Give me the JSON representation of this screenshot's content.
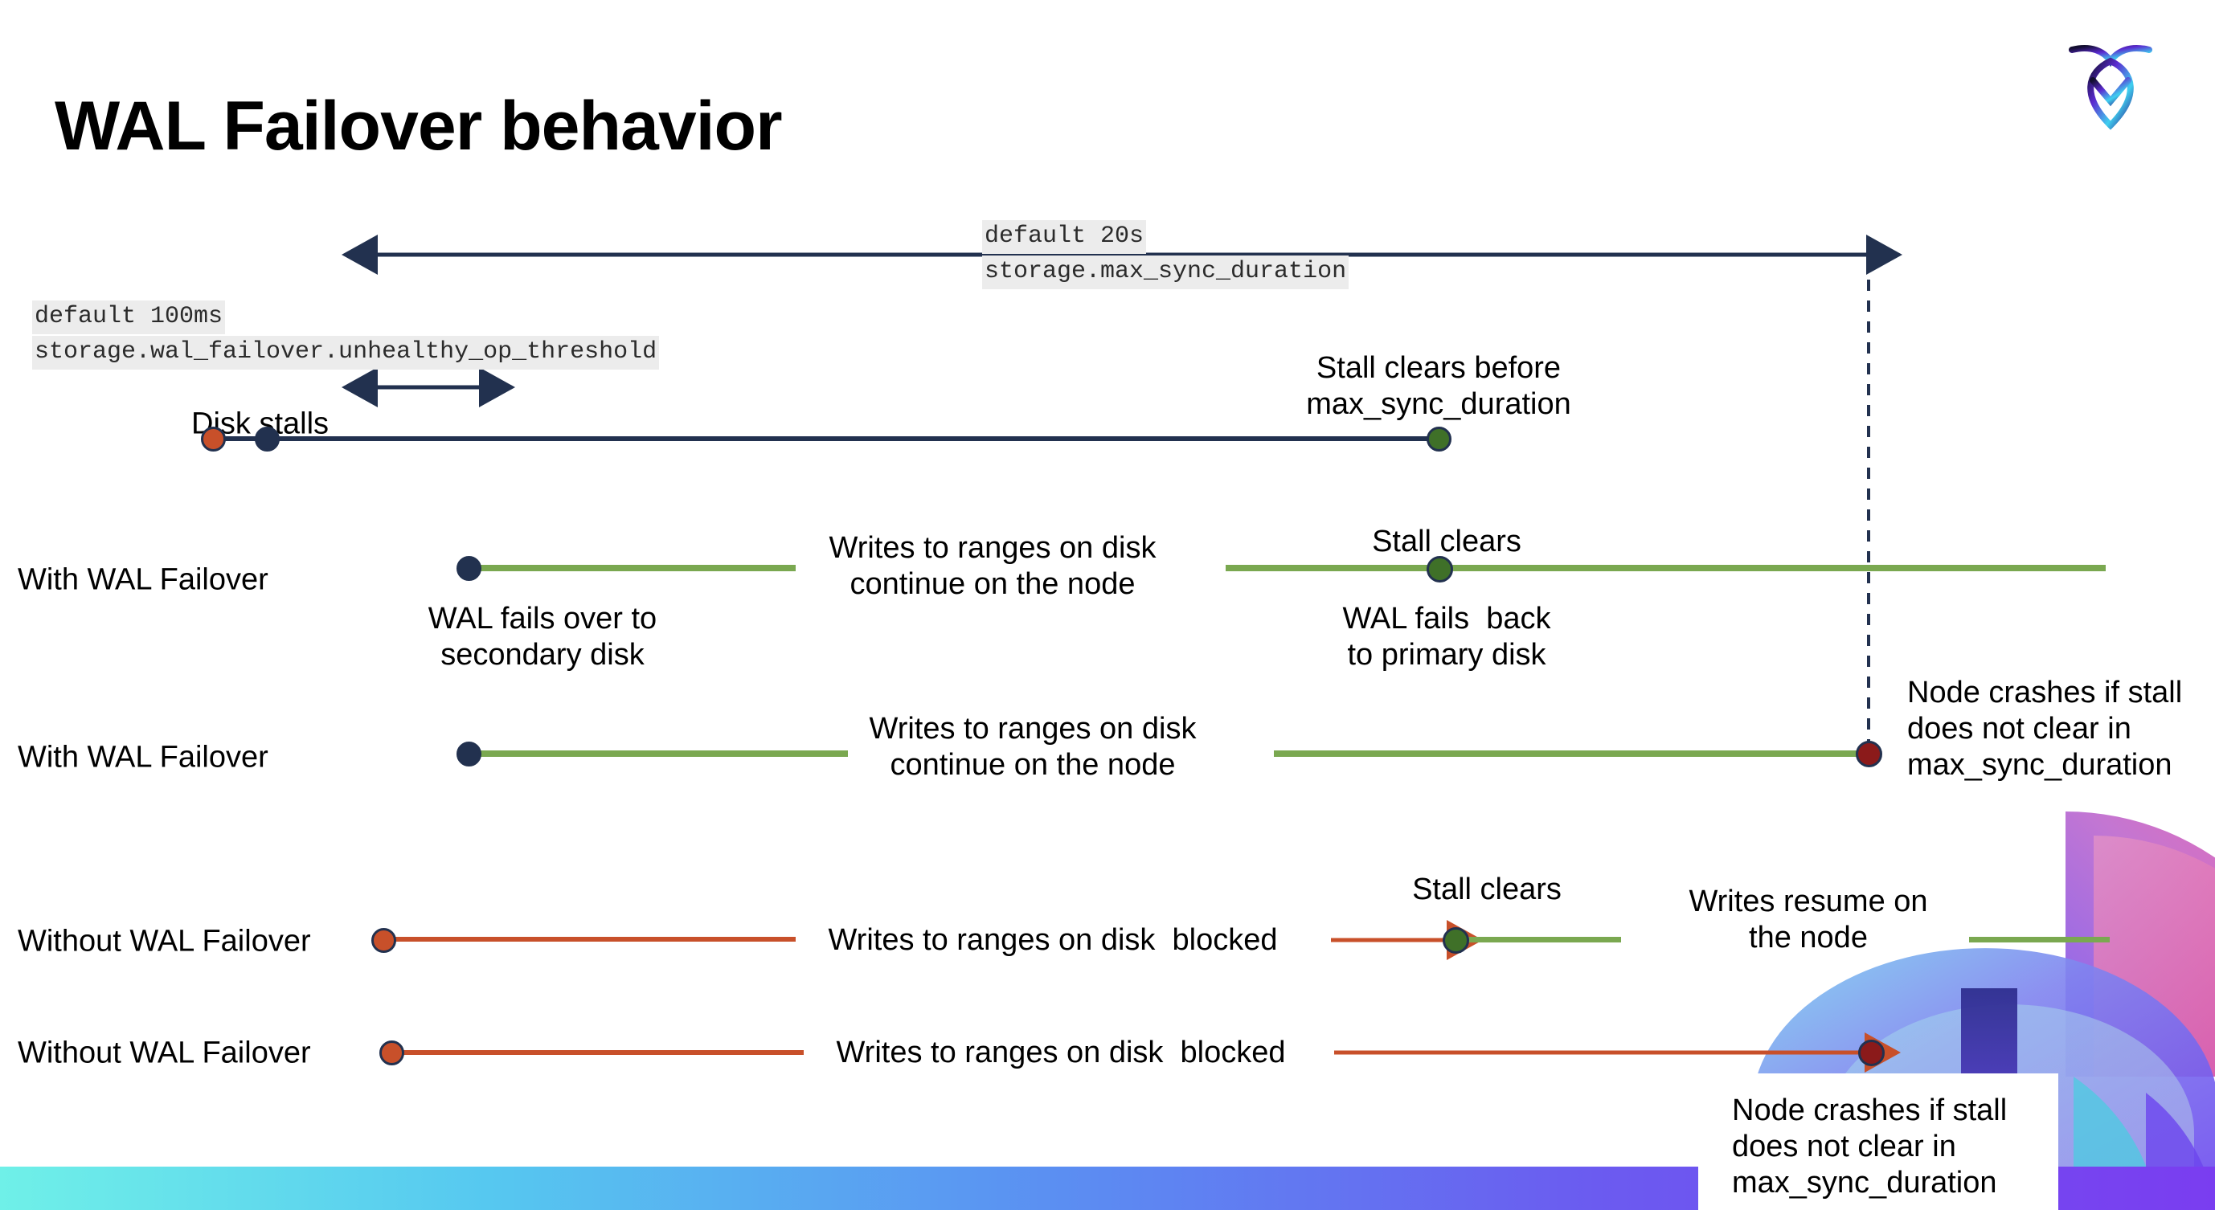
{
  "slide": {
    "title": "WAL Failover behavior",
    "logo_name": "cockroachdb-logo"
  },
  "settings": [
    {
      "id": "max-sync-duration",
      "default_line": "default 20s",
      "setting_line": "storage.max_sync_duration"
    },
    {
      "id": "unhealthy-op-threshold",
      "default_line": "default 100ms",
      "setting_line": "storage.wal_failover.unhealthy_op_threshold"
    }
  ],
  "rows": [
    {
      "id": "disk-stalls",
      "label": "Disk stalls",
      "annotations": [
        "Stall clears before\nmax_sync_duration"
      ]
    },
    {
      "id": "with-wal-failover-recovers",
      "label": "With WAL Failover",
      "annotations": [
        "Writes to ranges on disk\ncontinue on the node",
        "Stall clears",
        "WAL fails  back\nto primary disk",
        "WAL fails over to\nsecondary disk"
      ]
    },
    {
      "id": "with-wal-failover-crashes",
      "label": "With WAL Failover",
      "annotations": [
        "Writes to ranges on disk\ncontinue on the node",
        "Node crashes if stall\ndoes not clear in\nmax_sync_duration"
      ]
    },
    {
      "id": "without-wal-failover-recovers",
      "label": "Without WAL Failover",
      "annotations": [
        "Writes to ranges on disk  blocked",
        "Stall clears",
        "Writes resume on\nthe node"
      ]
    },
    {
      "id": "without-wal-failover-crashes",
      "label": "Without WAL Failover",
      "annotations": [
        "Writes to ranges on disk  blocked",
        "Node crashes if stall\ndoes not clear in\nmax_sync_duration"
      ]
    }
  ],
  "colors": {
    "navy": "#22314f",
    "orange": "#c8502a",
    "green_line": "#7aa850",
    "green_dot": "#3f7028",
    "dark_red": "#8b1a1a",
    "code_bg": "#ececec",
    "text": "#000000"
  }
}
